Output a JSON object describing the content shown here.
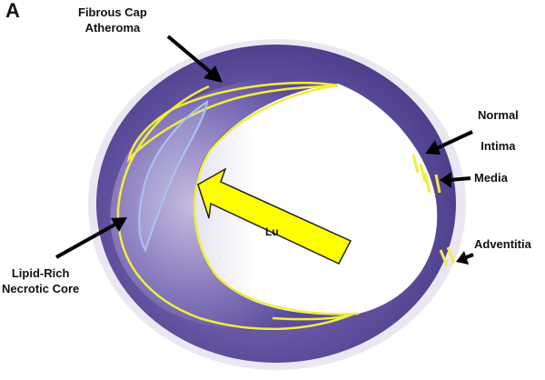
{
  "panel_letter": "A",
  "labels": {
    "fibrous_cap": {
      "line1": "Fibrous Cap",
      "line2": "Atheroma"
    },
    "normal_intima": {
      "line1": "Normal",
      "line2": "Intima"
    },
    "media": "Media",
    "adventitia": "Adventitia",
    "lipid_core": {
      "line1": "Lipid-Rich",
      "line2": "Necrotic Core"
    },
    "lumen_fragment": "Lu"
  },
  "colors": {
    "tissue": "#5a4a9e",
    "tissue_dark": "#40317a",
    "outline": "#f2ee3c",
    "core_outline": "#a9c3ee",
    "arrow_fill": "#ffff00",
    "arrow_stroke": "#222222",
    "annotation": "#000000"
  }
}
